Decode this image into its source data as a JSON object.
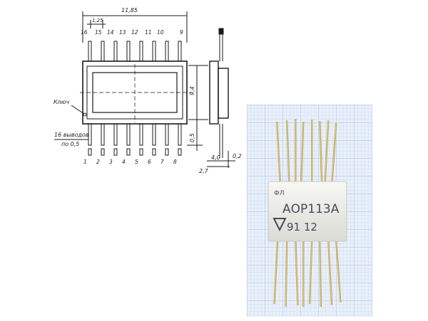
{
  "drawing": {
    "width_label": "11,85",
    "pitch_label": "1,25",
    "top_pins": [
      "16",
      "15",
      "14",
      "13",
      "12",
      "11",
      "10",
      "9"
    ],
    "bottom_pins": [
      "1",
      "2",
      "3",
      "4",
      "5",
      "6",
      "7",
      "8"
    ],
    "height_label": "9,4",
    "pin_length_label": "0,5",
    "key_label": "Ключ",
    "pin_note_line1": "16 выводов",
    "pin_note_line2": "по 0,5",
    "side_label_a": "4,0",
    "side_label_b": "0,2",
    "side_label_c": "2,7"
  },
  "photo": {
    "logo_text": "ФЛ",
    "part_number": "АОР113А",
    "date_code": "91 12"
  }
}
